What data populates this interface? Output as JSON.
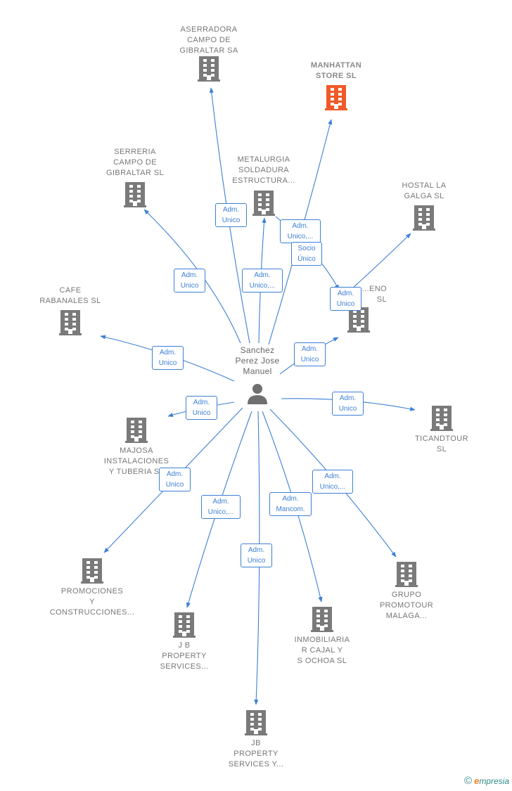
{
  "person": {
    "name": "Sanchez\nPerez Jose\nManuel",
    "icon": "person-icon"
  },
  "colors": {
    "edge": "#3d7fd6",
    "building": "#7a7a7a",
    "highlight": "#f05a28"
  },
  "companies": [
    {
      "id": "aserradora",
      "name": "ASERRADORA\nCAMPO DE\nGIBRALTAR SA",
      "role": "Adm.\nUnico"
    },
    {
      "id": "manhattan",
      "name": "MANHATTAN\nSTORE  SL",
      "role": "Adm.\nUnico,...",
      "highlight": true
    },
    {
      "id": "metalurgia",
      "name": "METALURGIA\nSOLDADURA\nESTRUCTURA...",
      "role": "Adm.\nUnico,..."
    },
    {
      "id": "serreria",
      "name": "SERRERIA\nCAMPO DE\nGIBRALTAR  SL",
      "role": "Adm.\nUnico"
    },
    {
      "id": "hostal",
      "name": "HOSTAL LA\nGALGA SL",
      "role": "Adm.\nUnico"
    },
    {
      "id": "pequeno",
      "name": "...ENO\nSL",
      "role": "Socio\nÚnico"
    },
    {
      "id": "cafe",
      "name": "CAFE\nRABANALES SL",
      "role": "Adm.\nUnico"
    },
    {
      "id": "x5",
      "name": "",
      "role": "Adm.\nUnico"
    },
    {
      "id": "ticandtour",
      "name": "TICANDTOUR\nSL",
      "role": "Adm.\nUnico"
    },
    {
      "id": "majosa",
      "name": "MAJOSA\nINSTALACIONES\nY TUBERIA  SL",
      "role": "Adm.\nUnico"
    },
    {
      "id": "promociones",
      "name": "PROMOCIONES\nY\nCONSTRUCCIONES...",
      "role": "Adm.\nUnico"
    },
    {
      "id": "jbproperty",
      "name": "J B\nPROPERTY\nSERVICES...",
      "role": "Adm.\nUnico,..."
    },
    {
      "id": "jbproperty2",
      "name": "JB\nPROPERTY\nSERVICES Y...",
      "role": "Adm.\nUnico"
    },
    {
      "id": "inmobiliaria",
      "name": "INMOBILIARIA\nR CAJAL Y\nS OCHOA SL",
      "role": "Adm.\nMancom."
    },
    {
      "id": "grupo",
      "name": "GRUPO\nPROMOTOUR\nMALAGA...",
      "role": "Adm.\nUnico,..."
    }
  ],
  "footer": {
    "copyright": "©",
    "brand_e": "e",
    "brand_rest": "mpresia"
  }
}
